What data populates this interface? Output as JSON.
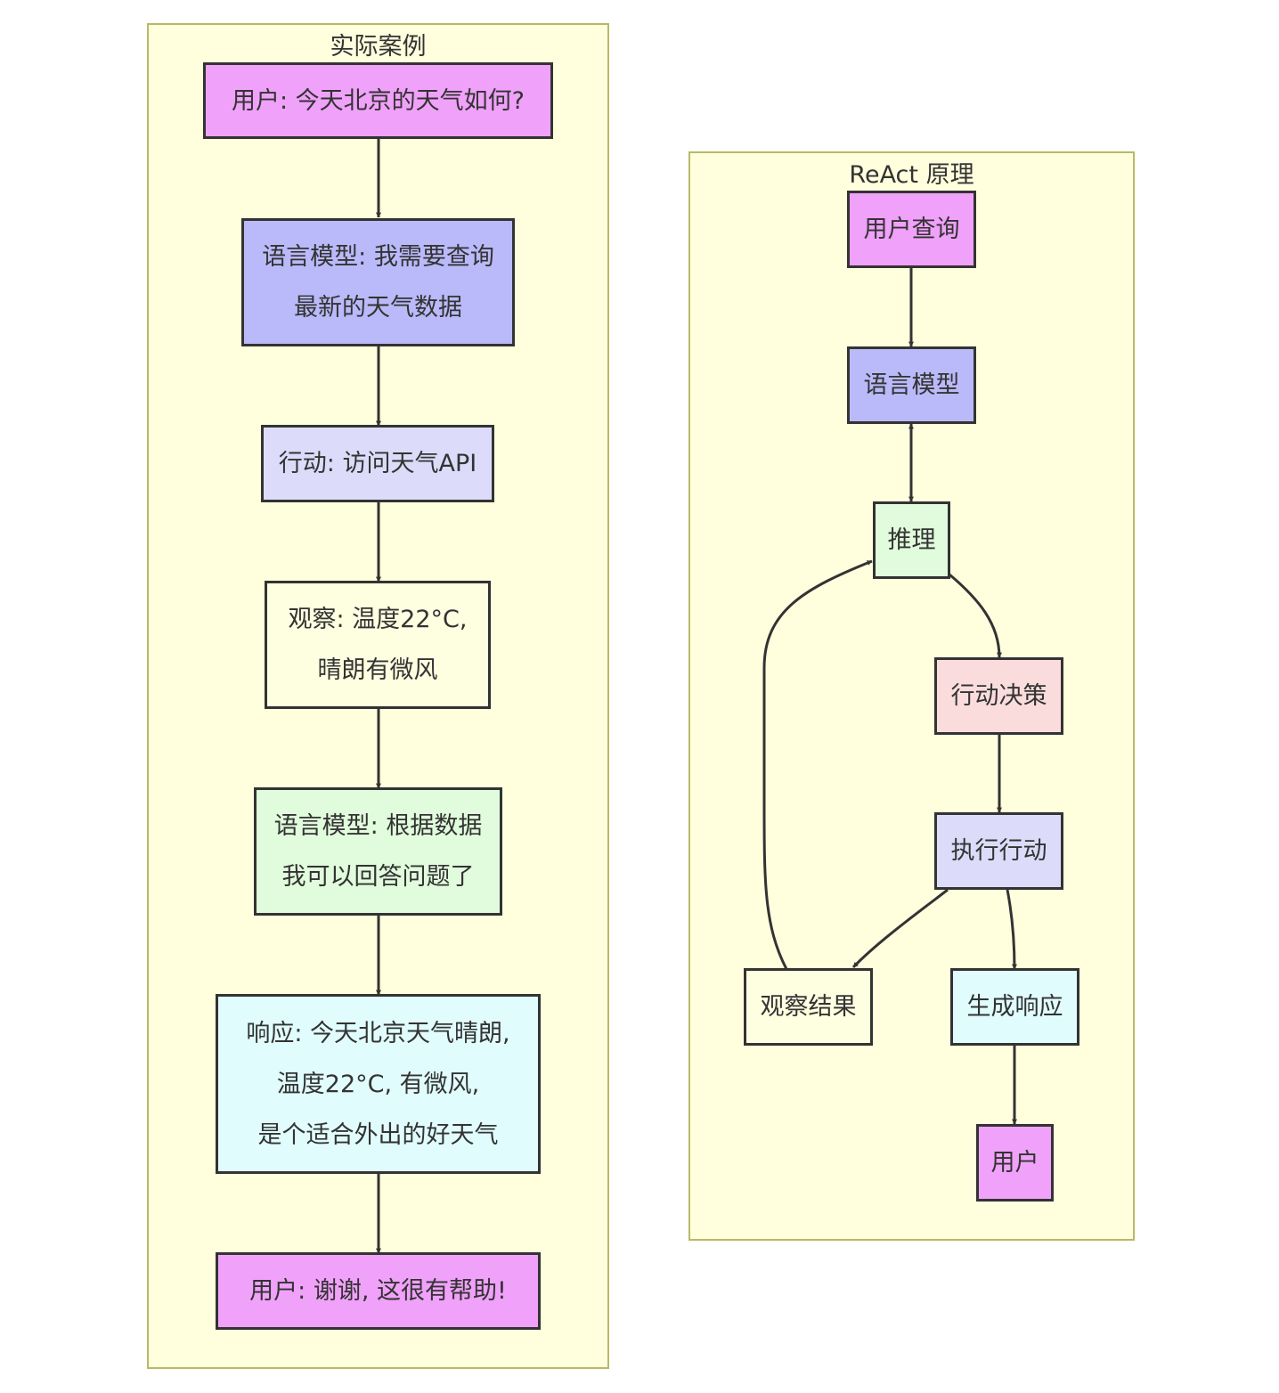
{
  "example": {
    "title": "实际案例",
    "nodes": {
      "user_question": "用户: 今天北京的天气如何?",
      "lm_think_1": "语言模型: 我需要查询",
      "lm_think_2": "最新的天气数据",
      "action": "行动: 访问天气API",
      "observe_1": "观察: 温度22°C,",
      "observe_2": "晴朗有微风",
      "lm_answer_1": "语言模型: 根据数据",
      "lm_answer_2": "我可以回答问题了",
      "response_1": "响应: 今天北京天气晴朗,",
      "response_2": "温度22°C, 有微风,",
      "response_3": "是个适合外出的好天气",
      "user_thanks": "用户: 谢谢, 这很有帮助!"
    }
  },
  "principle": {
    "title": "ReAct 原理",
    "nodes": {
      "user_query": "用户查询",
      "language_model": "语言模型",
      "reasoning": "推理",
      "action_decision": "行动决策",
      "execute_action": "执行行动",
      "observation_result": "观察结果",
      "generate_response": "生成响应",
      "user": "用户"
    }
  },
  "colors": {
    "cluster_fill": "#ffffde",
    "cluster_border": "#b9b967",
    "node_border": "#333333",
    "user": "#f0a1f9",
    "language_model": "#babafa",
    "action": "#dcdcfa",
    "observation": "#fefee0",
    "reasoning": "#e1fcdc",
    "response": "#e1fcfc",
    "decision": "#fadcdc"
  }
}
